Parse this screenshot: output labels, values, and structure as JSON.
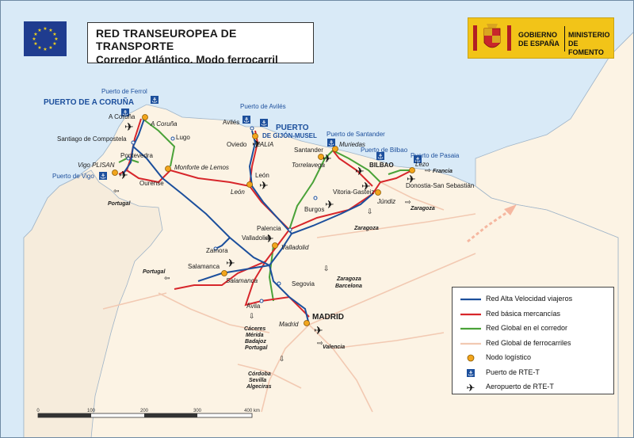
{
  "title": {
    "line1": "RED TRANSEUROPEA DE TRANSPORTE",
    "line2": "Corredor Atlántico. Modo ferrocarril"
  },
  "logos": {
    "eu_flag": "european-union-flag",
    "government": {
      "org": "GOBIERNO DE ESPAÑA",
      "org_line1": "GOBIERNO",
      "org_line2": "DE ESPAÑA",
      "ministry": "MINISTERIO DE FOMENTO",
      "ministry_line1": "MINISTERIO",
      "ministry_line2": "DE FOMENTO",
      "color": "#f2c418"
    }
  },
  "colors": {
    "sea": "#d9eaf7",
    "land": "#fcf3e4",
    "border": "#9fb4c8",
    "high_speed": "#1c4f9c",
    "freight": "#d7262b",
    "global_corridor": "#4aa238",
    "global_rail": "#f2c9b2",
    "logistic_node": "#f2a51c"
  },
  "legend": {
    "items": [
      {
        "label": "Red Alta Velocidad viajeros",
        "symbol": "blue-line"
      },
      {
        "label": "Red básica mercancías",
        "symbol": "red-line"
      },
      {
        "label": "Red Global en el corredor",
        "symbol": "green-line"
      },
      {
        "label": "Red Global de ferrocarriles",
        "symbol": "pink-line"
      },
      {
        "label": "Nodo logístico",
        "symbol": "orange-dot-icon"
      },
      {
        "label": "Puerto de RTE-T",
        "symbol": "anchor-icon"
      },
      {
        "label": "Aeropuerto de RTE-T",
        "symbol": "airplane-icon"
      }
    ]
  },
  "places": {
    "puerto_coruna": "PUERTO DE A CORUÑA",
    "puerto_ferrol": "Puerto de Ferrol",
    "a_coruna": "A Coruña",
    "a_coruna_node": "A Coruña",
    "lugo": "Lugo",
    "santiago": "Santiago de Compostela",
    "pontevedra": "Pontevedra",
    "vigo_plisan": "Vigo PLISAN",
    "puerto_vigo": "Puerto de Vigo",
    "ourense": "Ourense",
    "monforte": "Monforte de Lemos",
    "portugal_1": "Portugal",
    "portugal_2": "Portugal",
    "puerto_aviles": "Puerto de Avilés",
    "aviles": "Avilés",
    "oviedo": "Oviedo",
    "zalia": "ZALIA",
    "puerto_gijon_1": "PUERTO",
    "puerto_gijon_2": "DE GIJÓN-MUSEL",
    "leon_1": "León",
    "leon_2": "León",
    "puerto_santander": "Puerto de Santander",
    "santander": "Santander",
    "muriedas": "Muriedas",
    "torrelavega": "Torrelavega",
    "puerto_bilbao": "Puerto de Bilbao",
    "bilbao": "BILBAO",
    "puerto_pasajes": "Puerto de Pasaia",
    "lezo": "Lezo",
    "francia": "Francia",
    "donostia": "Donostia-San Sebastián",
    "vitoria": "Vitoria-Gasteiz",
    "jundiz": "Júndiz",
    "zaragoza_1": "Zaragoza",
    "zaragoza_2": "Zaragoza",
    "burgos": "Burgos",
    "palencia": "Palencia",
    "valladolid_1": "Valladolid",
    "valladolid_2": "Valladolid",
    "zamora": "Zamora",
    "salamanca_1": "Salamanca",
    "salamanca_2": "Salamanca",
    "segovia": "Segovia",
    "avila": "Ávila",
    "madrid": "MADRID",
    "madrid_node": "Madrid",
    "zgz_bcn_1": "Zaragoza",
    "zgz_bcn_2": "Barcelona",
    "valencia": "Valencia",
    "cac_1": "Cáceres",
    "cac_2": "Mérida",
    "cac_3": "Badajoz",
    "cac_4": "Portugal",
    "cor_1": "Córdoba",
    "cor_2": "Sevilla",
    "cor_3": "Algeciras"
  },
  "scale": {
    "ticks": [
      "0",
      "100",
      "200",
      "300",
      "400 km"
    ]
  }
}
